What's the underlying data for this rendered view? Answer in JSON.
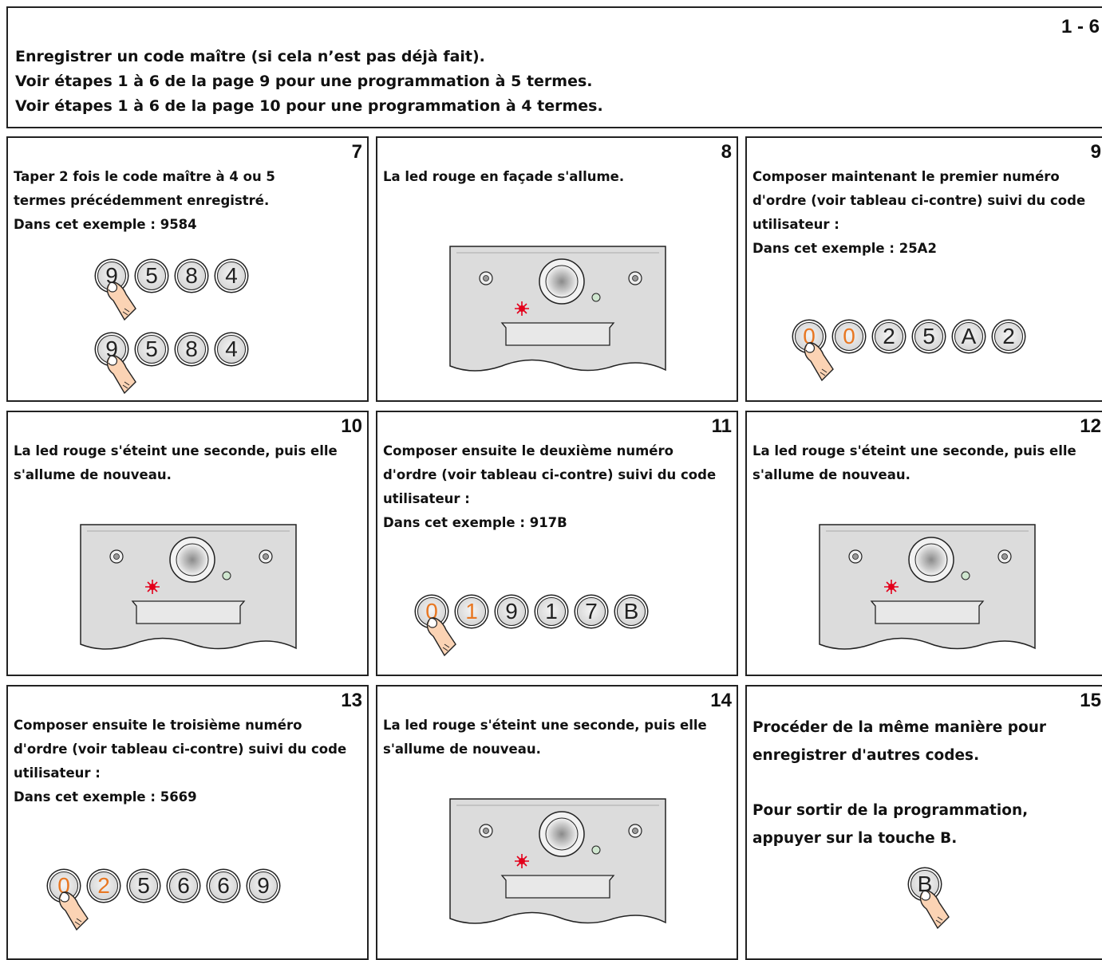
{
  "header": {
    "step_range": "1 - 6",
    "lines": [
      "Enregistrer un code maître (si cela n’est pas déjà fait).",
      "Voir étapes 1 à 6 de la page 9 pour une programmation à 5 termes.",
      "Voir étapes 1 à 6 de la page 10 pour une programmation à 4 termes."
    ]
  },
  "steps": [
    {
      "num": "7",
      "lines": [
        "Taper 2 fois le code maître à 4 ou 5",
        "termes précédemment enregistré.",
        "Dans cet exemple : 9584"
      ],
      "keys_row1": [
        "9",
        "5",
        "8",
        "4"
      ],
      "keys_row2": [
        "9",
        "5",
        "8",
        "4"
      ]
    },
    {
      "num": "8",
      "lines": [
        "La led rouge en façade s'allume."
      ]
    },
    {
      "num": "9",
      "lines": [
        "Composer maintenant le premier numéro",
        "d'ordre (voir tableau ci-contre) suivi du code",
        "utilisateur :",
        "Dans cet exemple : 25A2"
      ],
      "keys": [
        "0",
        "0",
        "2",
        "5",
        "A",
        "2"
      ]
    },
    {
      "num": "10",
      "lines": [
        "La led rouge s'éteint une seconde, puis elle",
        "s'allume de nouveau."
      ]
    },
    {
      "num": "11",
      "lines": [
        "Composer ensuite le deuxième numéro",
        "d'ordre (voir tableau ci-contre) suivi du code",
        "utilisateur :",
        "Dans cet exemple : 917B"
      ],
      "keys": [
        "0",
        "1",
        "9",
        "1",
        "7",
        "B"
      ]
    },
    {
      "num": "12",
      "lines": [
        "La led rouge s'éteint une seconde, puis elle",
        "s'allume de nouveau."
      ]
    },
    {
      "num": "13",
      "lines": [
        "Composer ensuite le troisième numéro",
        "d'ordre (voir tableau ci-contre) suivi du code",
        "utilisateur :",
        "Dans cet exemple : 5669"
      ],
      "keys": [
        "0",
        "2",
        "5",
        "6",
        "6",
        "9"
      ]
    },
    {
      "num": "14",
      "lines": [
        "La led rouge s'éteint une seconde, puis elle",
        "s'allume de nouveau."
      ]
    },
    {
      "num": "15",
      "lines": [
        "Procéder de la même manière pour",
        "enregistrer d'autres codes.",
        "Pour sortir de la programmation,",
        "appuyer sur la touche B."
      ],
      "keys": [
        "B"
      ]
    }
  ],
  "colors": {
    "order_digit": "#e87722",
    "led_red": "#e3001b",
    "led_green": "#cfe6cf",
    "panel": "#dddddd"
  }
}
